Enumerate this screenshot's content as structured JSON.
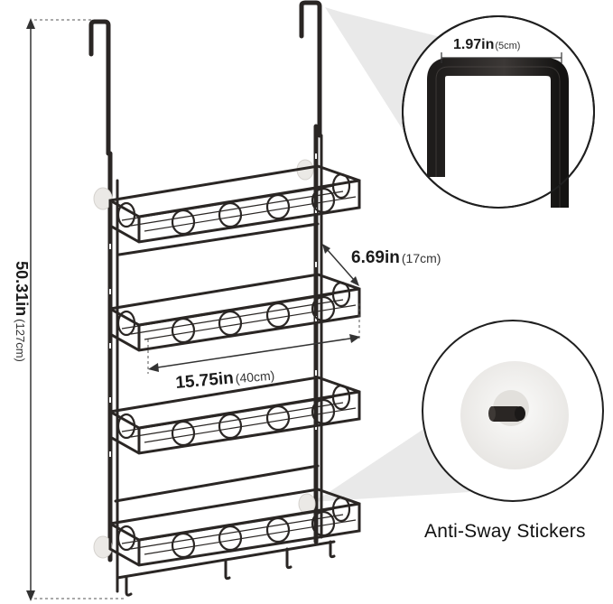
{
  "product": {
    "shelf_count": 4,
    "frame_color": "#2a2624",
    "sticker_color": "#efeeec"
  },
  "dimensions": {
    "height": {
      "value": "50.31in",
      "metric": "(127cm)"
    },
    "depth": {
      "value": "6.69in",
      "metric": "(17cm)"
    },
    "width": {
      "value": "15.75in",
      "metric": "(40cm)"
    },
    "hook": {
      "value": "1.97in",
      "metric": "(5cm)"
    }
  },
  "callouts": {
    "sticker_label": "Anti-Sway Stickers"
  }
}
